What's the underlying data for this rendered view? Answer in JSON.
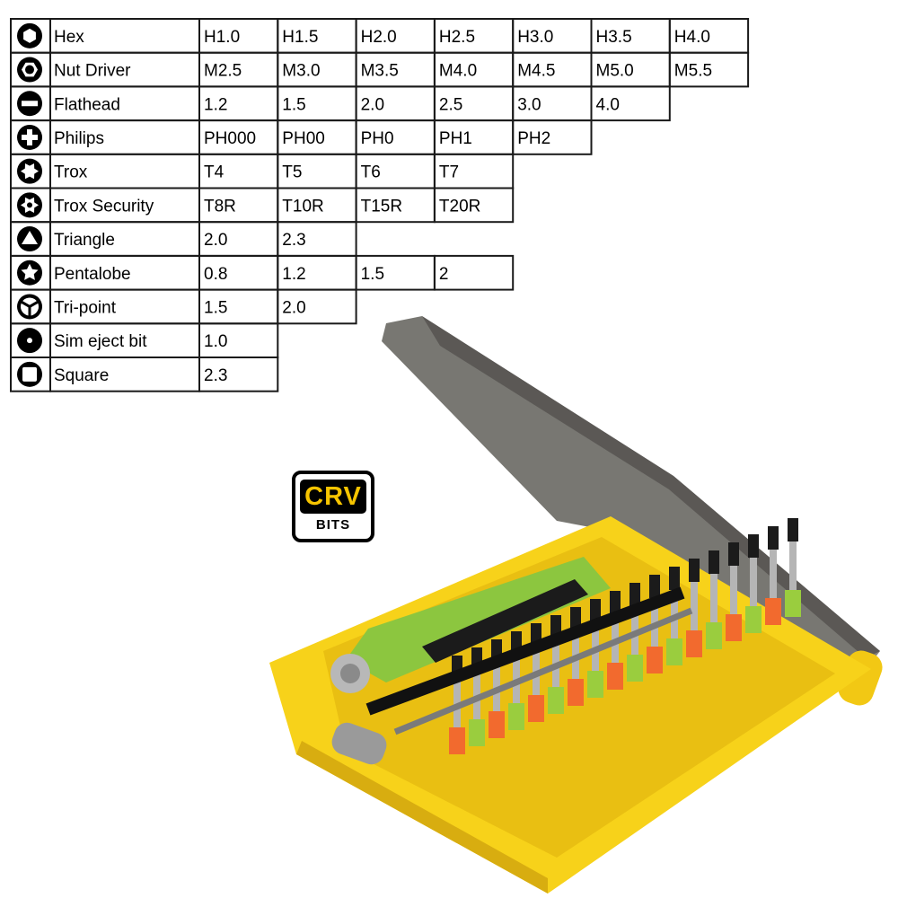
{
  "bit_table": {
    "rows": [
      {
        "icon": "hex-icon",
        "name": "Hex",
        "sizes": [
          "H1.0",
          "H1.5",
          "H2.0",
          "H2.5",
          "H3.0",
          "H3.5",
          "H4.0"
        ]
      },
      {
        "icon": "nut-driver-icon",
        "name": "Nut Driver",
        "sizes": [
          "M2.5",
          "M3.0",
          "M3.5",
          "M4.0",
          "M4.5",
          "M5.0",
          "M5.5"
        ]
      },
      {
        "icon": "flathead-icon",
        "name": "Flathead",
        "sizes": [
          "1.2",
          "1.5",
          "2.0",
          "2.5",
          "3.0",
          "4.0"
        ]
      },
      {
        "icon": "philips-icon",
        "name": "Philips",
        "sizes": [
          "PH000",
          "PH00",
          "PH0",
          "PH1",
          "PH2"
        ]
      },
      {
        "icon": "trox-icon",
        "name": "Trox",
        "sizes": [
          "T4",
          "T5",
          "T6",
          "T7"
        ]
      },
      {
        "icon": "trox-security-icon",
        "name": "Trox Security",
        "sizes": [
          "T8R",
          "T10R",
          "T15R",
          "T20R"
        ]
      },
      {
        "icon": "triangle-icon",
        "name": "Triangle",
        "sizes": [
          "2.0",
          "2.3"
        ]
      },
      {
        "icon": "pentalobe-icon",
        "name": "Pentalobe",
        "sizes": [
          "0.8",
          "1.2",
          "1.5",
          "2"
        ]
      },
      {
        "icon": "tri-point-icon",
        "name": "Tri-point",
        "sizes": [
          "1.5",
          "2.0"
        ]
      },
      {
        "icon": "sim-eject-icon",
        "name": "Sim eject bit",
        "sizes": [
          "1.0"
        ]
      },
      {
        "icon": "square-icon",
        "name": "Square",
        "sizes": [
          "2.3"
        ]
      }
    ]
  },
  "badge": {
    "top": "CRV",
    "bottom": "BITS"
  },
  "colors": {
    "case_yellow": "#f7d21a",
    "lid_grey": "#6b6b66",
    "handle_green": "#8cc63f",
    "bit_orange": "#f26a2e",
    "bit_green": "#9acd3e",
    "badge_gold": "#f6c400"
  }
}
